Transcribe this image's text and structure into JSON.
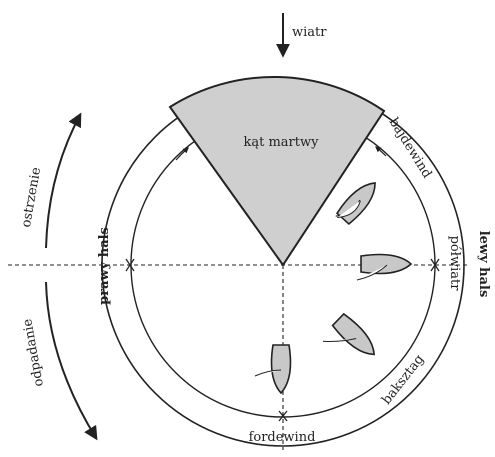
{
  "colors": {
    "ink": "#222222",
    "sector_fill": "#cfcfcf",
    "boat_fill": "#c8c8c8",
    "background": "#ffffff"
  },
  "labels": {
    "wind": "wiatr",
    "dead_angle": "kąt martwy",
    "close_hauled": "bajdewind",
    "beam_reach": "półwiatr",
    "broad_reach": "baksztag",
    "running": "fordewind",
    "port_tack": "lewy hals",
    "starboard_tack": "prawy hals",
    "luffing": "ostrzenie",
    "bearing_away": "odpadanie"
  },
  "icons": {
    "wind_arrow": "arrow-down-icon",
    "luff_arrow": "curved-arrow-up-icon",
    "bear_away_arrow": "curved-arrow-down-icon",
    "boat": "sailboat-icon"
  }
}
